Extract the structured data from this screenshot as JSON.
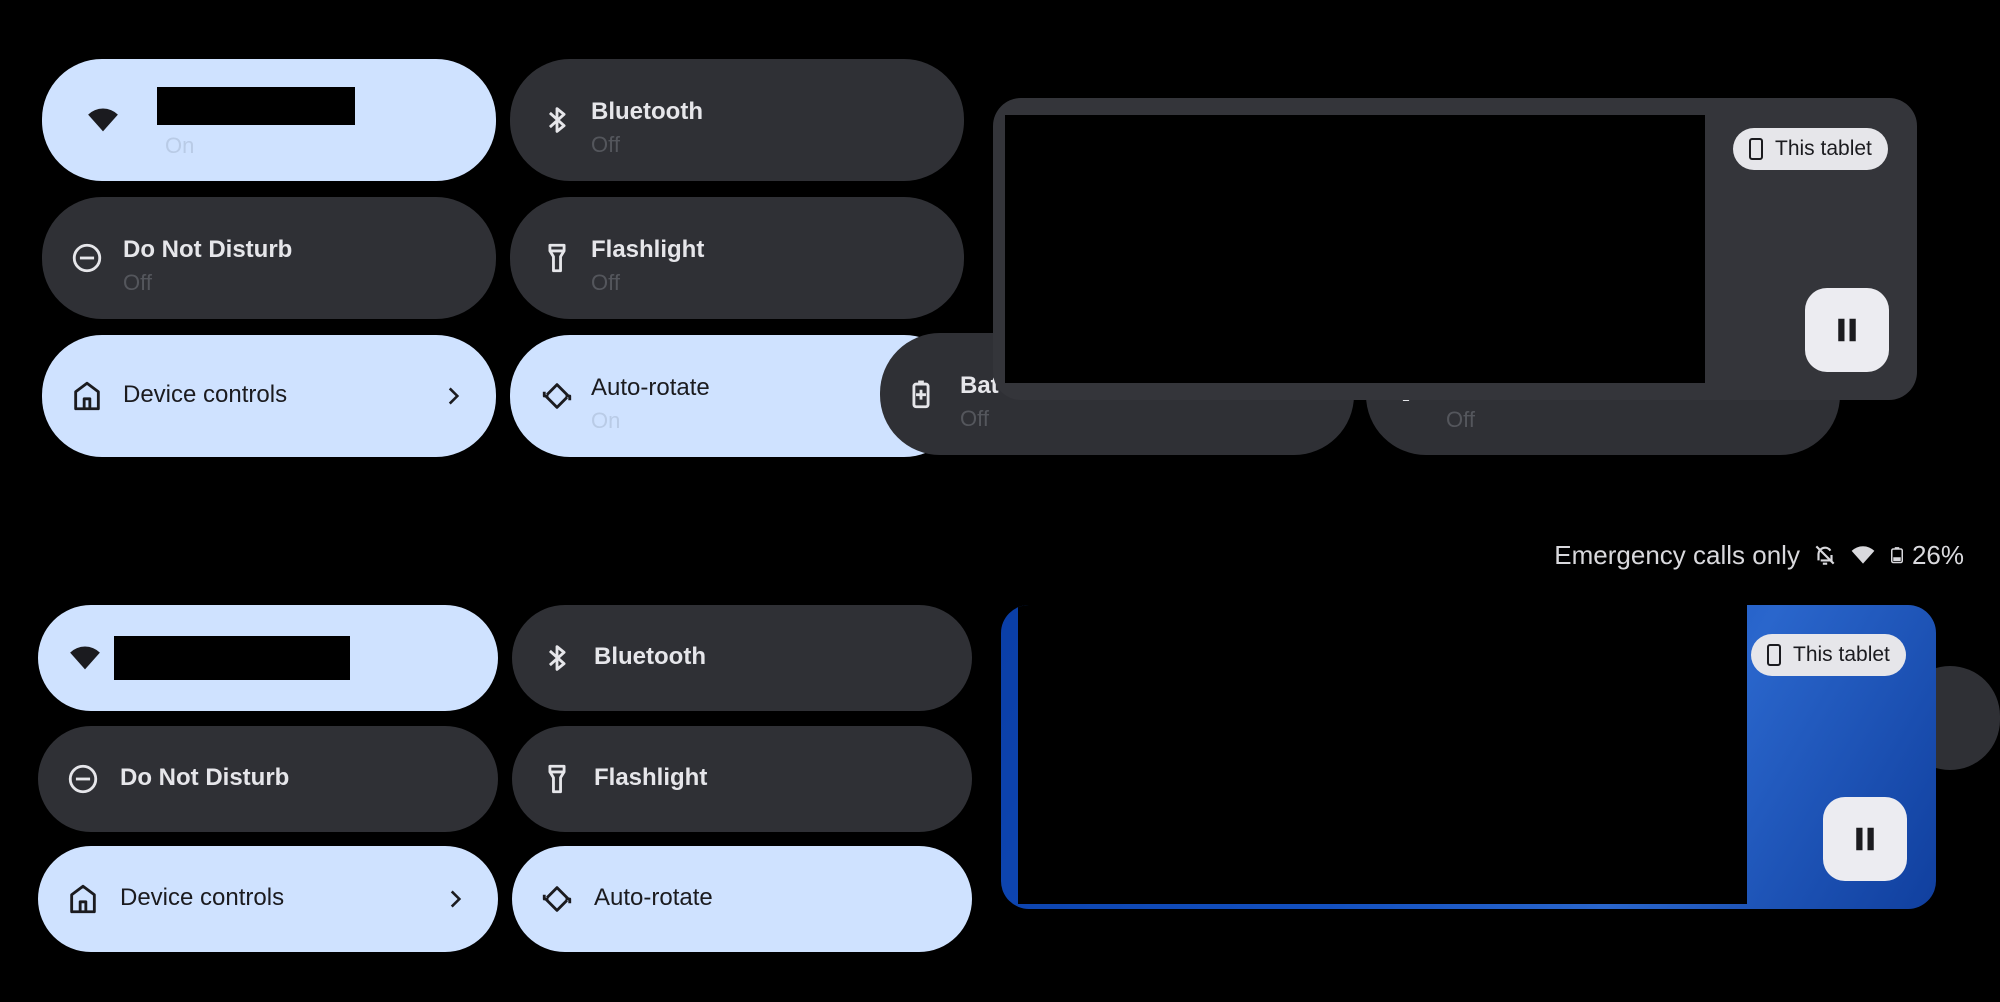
{
  "top": {
    "wifi": {
      "sub": "On"
    },
    "bluetooth": {
      "label": "Bluetooth",
      "sub": "Off"
    },
    "dnd": {
      "label": "Do Not Disturb",
      "sub": "Off"
    },
    "flashlight": {
      "label": "Flashlight",
      "sub": "Off"
    },
    "device_controls": {
      "label": "Device controls"
    },
    "autorotate": {
      "label": "Auto-rotate",
      "sub": "On"
    },
    "battery_saver": {
      "label": "Bat",
      "sub": "Off"
    },
    "fifth_tile": {
      "sub": "Off"
    },
    "media": {
      "chip": "This tablet"
    }
  },
  "status_bar": {
    "carrier": "Emergency calls only",
    "battery": "26%"
  },
  "bottom": {
    "bluetooth": {
      "label": "Bluetooth"
    },
    "dnd": {
      "label": "Do Not Disturb"
    },
    "flashlight": {
      "label": "Flashlight"
    },
    "device_controls": {
      "label": "Device controls"
    },
    "autorotate": {
      "label": "Auto-rotate"
    },
    "media": {
      "chip": "This tablet"
    }
  },
  "colors": {
    "tile_on": "#cfe2ff",
    "tile_off": "#2f3035",
    "background": "#000000",
    "media_blue": "#0c47b3"
  }
}
